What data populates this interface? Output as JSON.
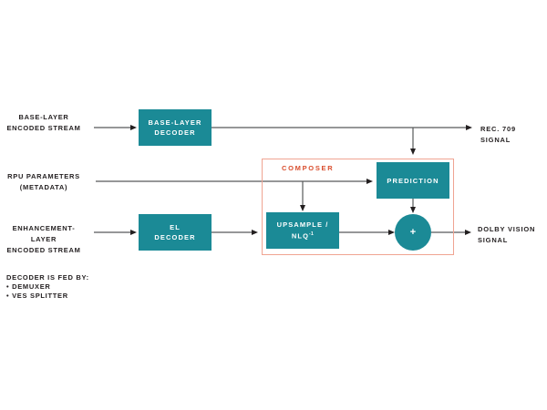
{
  "colors": {
    "node_fill": "#1b8a96",
    "node_text": "#ffffff",
    "composer_border": "#f0a492",
    "composer_label_text": "#d94e2e",
    "label_text": "#231f20",
    "line": "#58595b",
    "arrowhead": "#231f20",
    "background": "#ffffff"
  },
  "inputs": {
    "base_layer": {
      "line1": "BASE-LAYER",
      "line2": "ENCODED STREAM"
    },
    "rpu": {
      "line1": "RPU PARAMETERS",
      "line2": "(METADATA)"
    },
    "enhancement_layer": {
      "line1": "ENHANCEMENT-LAYER",
      "line2": "ENCODED STREAM"
    }
  },
  "outputs": {
    "rec709": {
      "label": "REC. 709 SIGNAL"
    },
    "dolby_vision": {
      "line1": "DOLBY VISION",
      "line2": "SIGNAL"
    }
  },
  "nodes": {
    "base_layer_decoder": {
      "line1": "BASE-LAYER",
      "line2": "DECODER"
    },
    "el_decoder": {
      "line1": "EL",
      "line2": "DECODER"
    },
    "composer": {
      "label": "COMPOSER"
    },
    "prediction": {
      "label": "PREDICTION"
    },
    "upsample": {
      "line1": "UPSAMPLE /",
      "line2": "NLQ",
      "line2_sup": "-1"
    },
    "summation": {
      "label": "+"
    }
  },
  "footnote": {
    "title": "DECODER IS FED BY:",
    "items": [
      "• DEMUXER",
      "• VES SPLITTER"
    ]
  }
}
